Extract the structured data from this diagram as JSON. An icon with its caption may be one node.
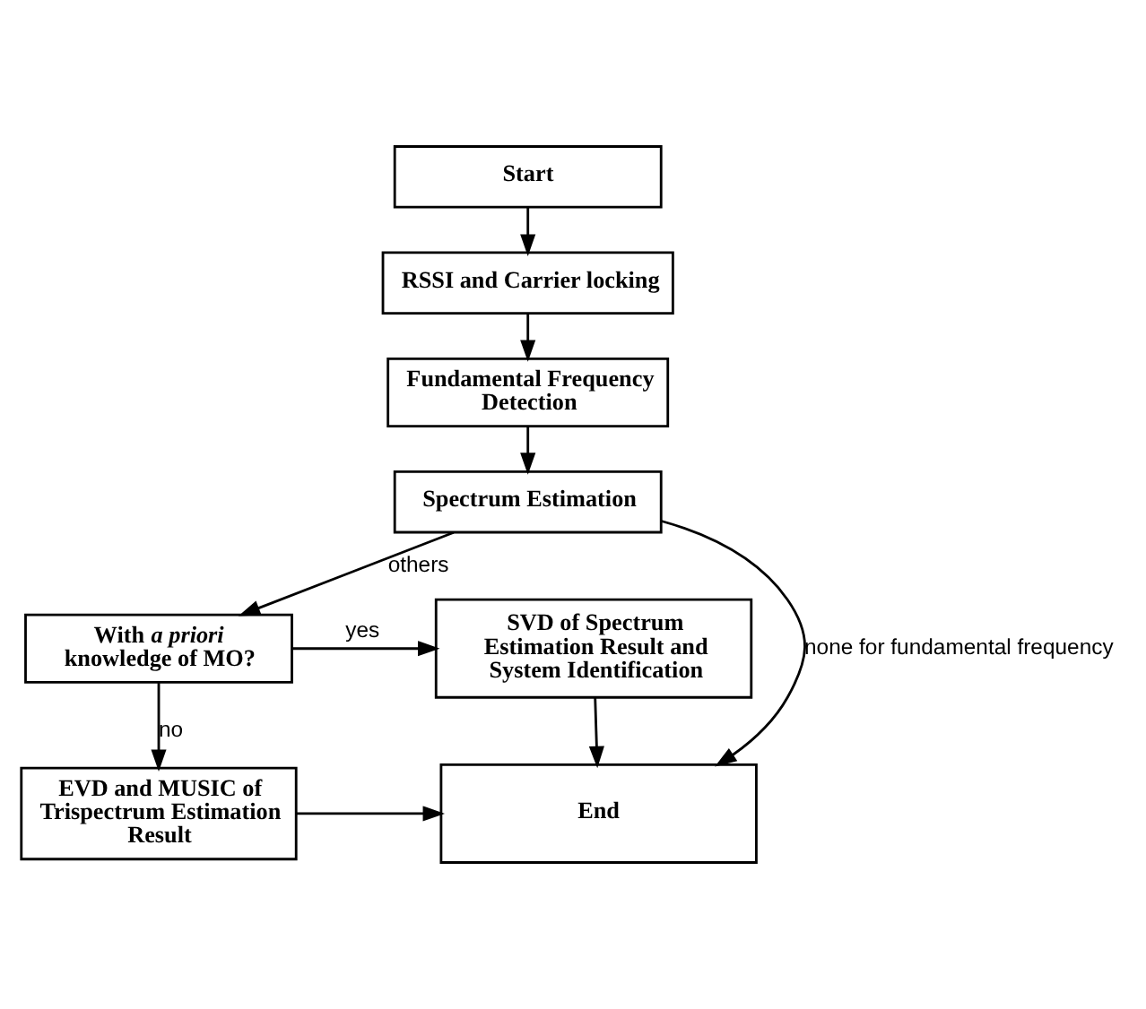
{
  "diagram": {
    "nodes": [
      {
        "text": [
          "Start"
        ]
      },
      {
        "text": [
          "RSSI and Carrier locking"
        ]
      },
      {
        "text": [
          "Fundamental Frequency Detection"
        ]
      },
      {
        "text": [
          "Spectrum Estimation"
        ]
      },
      {
        "text": [
          "With *a priori* knowledge of MO?"
        ]
      },
      {
        "text": [
          "SVD of Spectrum Estimation Result and System Identification"
        ]
      },
      {
        "text": [
          "EVD and MUSIC of Trispectrum Estimation Result"
        ]
      },
      {
        "text": [
          "End"
        ]
      }
    ],
    "edges": [
      {
        "from": 0,
        "to": 1,
        "arrow": "to"
      },
      {
        "from": 1,
        "to": 2,
        "arrow": "to"
      },
      {
        "from": 2,
        "to": 3,
        "arrow": "to"
      },
      {
        "from": 3,
        "to": 7,
        "arrow": "to",
        "label": "none for fundamental frequency"
      },
      {
        "from": 3,
        "to": 4,
        "arrow": "to",
        "label": "others"
      },
      {
        "from": 4,
        "to": 5,
        "arrow": "to",
        "label": "yes"
      },
      {
        "from": 4,
        "to": 6,
        "arrow": "to",
        "label": "no"
      },
      {
        "from": 5,
        "to": 7,
        "arrow": "to"
      },
      {
        "from": 6,
        "to": 7,
        "arrow": "to"
      }
    ]
  }
}
